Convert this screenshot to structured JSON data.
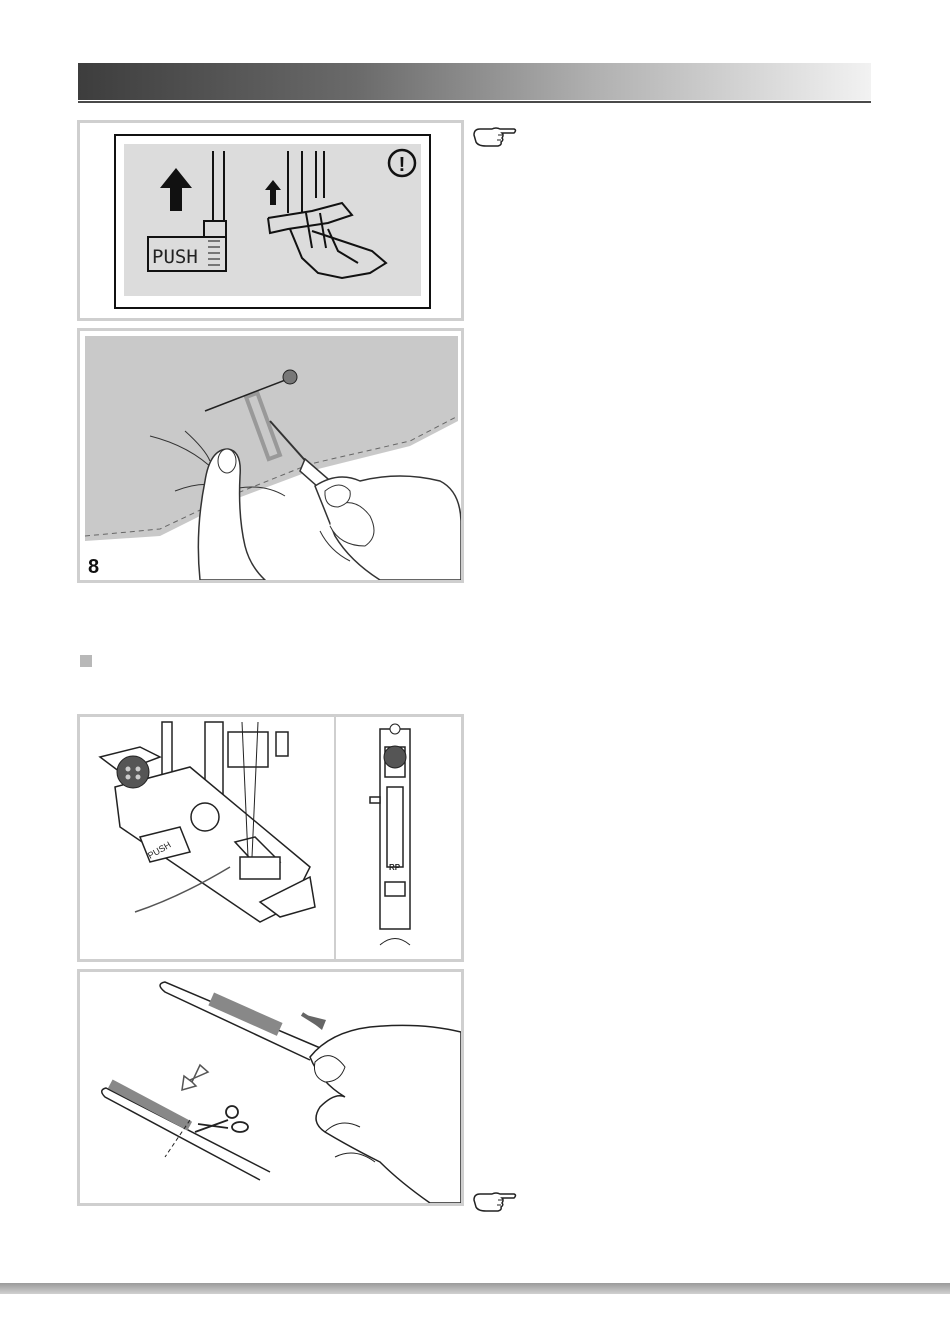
{
  "figures": {
    "lcd": {
      "push_label": "PUSH",
      "warning_symbol": "!"
    },
    "fabric": {
      "number": "8"
    },
    "foot": {
      "push_label": "PUSH",
      "rp_label": "RP"
    }
  },
  "icons": [
    "pointing-hand-icon",
    "warning-icon",
    "up-arrow-icon",
    "scissors-icon",
    "arrow-icon"
  ]
}
